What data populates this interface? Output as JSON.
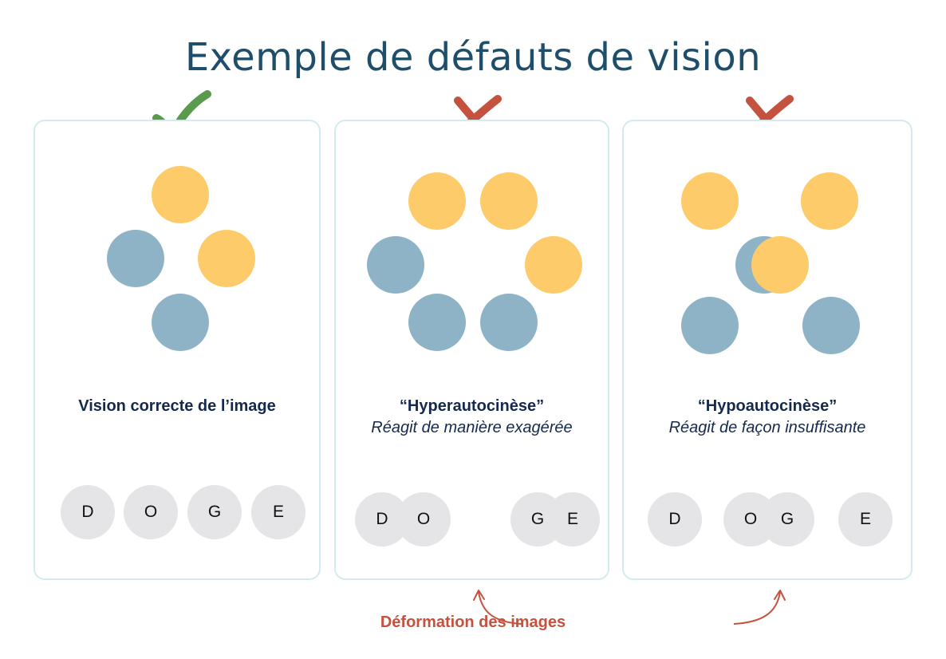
{
  "title": "Exemple de défauts de vision",
  "panels": [
    {
      "status_icon": "check-icon",
      "caption_title": "Vision correcte de l’image",
      "caption_subtitle": "",
      "letters": [
        "D",
        "O",
        "G",
        "E"
      ]
    },
    {
      "status_icon": "cross-icon",
      "caption_title": "“Hyperautocinèse”",
      "caption_subtitle": "Réagit de manière exagérée",
      "letters": [
        "D",
        "O",
        "G",
        "E"
      ]
    },
    {
      "status_icon": "cross-icon",
      "caption_title": "“Hypoautocinèse”",
      "caption_subtitle": "Réagit de façon insuffisante",
      "letters": [
        "D",
        "O",
        "G",
        "E"
      ]
    }
  ],
  "bottom_label": "Déformation des images",
  "colors": {
    "title": "#1f4e6b",
    "check": "#5a9a4c",
    "cross": "#c5523f",
    "yellow_dot": "#fecb6a",
    "blue_dot": "#8fb3c6",
    "letter_bubble": "#e5e4e6",
    "panel_border": "#d3eaef",
    "caption": "#14294d"
  }
}
